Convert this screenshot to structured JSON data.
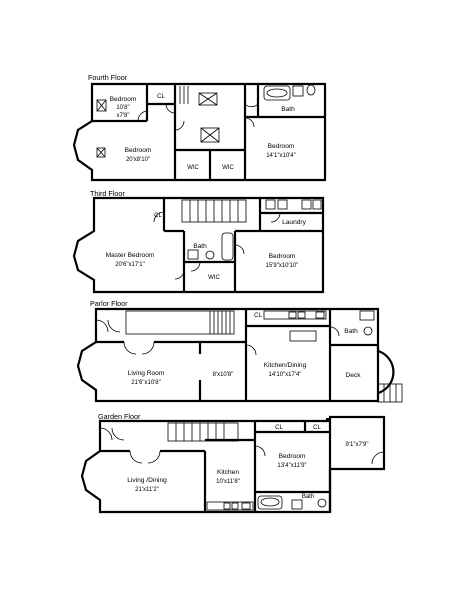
{
  "floors": {
    "fourth": {
      "title": "Fourth Floor",
      "rooms": {
        "bedroom_small": "Bedroom",
        "bedroom_small_dims1": "10'8\"",
        "bedroom_small_dims2": "x7'8\"",
        "closet": "CL",
        "bath": "Bath",
        "bedroom_front": "Bedroom",
        "bedroom_front_dims": "20'x8'10\"",
        "bedroom_rear": "Bedroom",
        "bedroom_rear_dims": "14'1\"x10'4\"",
        "wic1": "WIC",
        "wic2": "WIC"
      }
    },
    "third": {
      "title": "Third Floor",
      "rooms": {
        "closet": "CL",
        "laundry": "Laundry",
        "master": "Master Bedroom",
        "master_dims": "20'6\"x17'1\"",
        "bath": "Bath",
        "bedroom": "Bedroom",
        "bedroom_dims": "15'9\"x10'10\"",
        "wic": "WIC"
      }
    },
    "parlor": {
      "title": "Parlor Floor",
      "rooms": {
        "closet": "CL",
        "bath": "Bath",
        "living": "Living Room",
        "living_dims": "21'6\"x10'8\"",
        "middle_dims": "8'x10'8\"",
        "kitchen": "Kitchen/Dining",
        "kitchen_dims": "14'10\"x17'4\"",
        "deck": "Deck"
      }
    },
    "garden": {
      "title": "Garden Floor",
      "rooms": {
        "closet1": "CL",
        "closet2": "CL",
        "extra_dims": "9'1\"x7'9\"",
        "bedroom": "Bedroom",
        "bedroom_dims": "13'4\"x11'9\"",
        "living": "Living /Dining",
        "living_dims": "21'x11'2\"",
        "kitchen": "Kitchen",
        "kitchen_dims": "10'x11'8\"",
        "bath": "Bath"
      }
    }
  }
}
